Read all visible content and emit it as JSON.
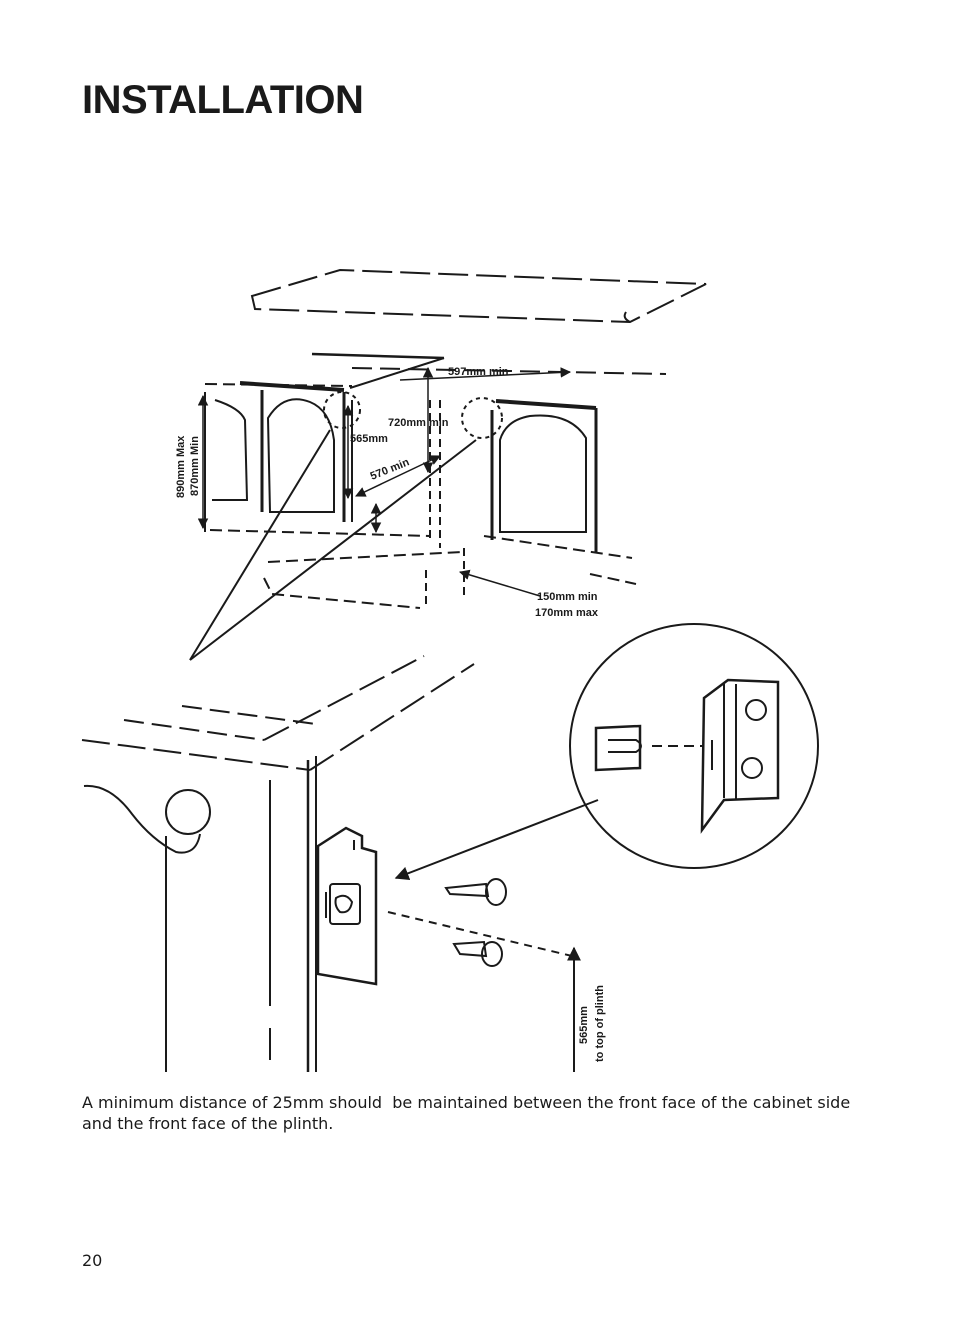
{
  "header": {
    "title": "INSTALLATION"
  },
  "figure": {
    "labels": {
      "width_597": "597mm min",
      "height_720": "720mm min",
      "depth_565": "565mm",
      "depth_570": "570 min",
      "height_890": "890mm Max",
      "height_870": "870mm Min",
      "plinth_150": "150mm min",
      "plinth_170": "170mm max",
      "bracket_565": "565mm",
      "bracket_plinth": "to top of plinth"
    }
  },
  "body": {
    "caption": "A minimum distance of 25mm should  be maintained between the front face of the cabinet side and the front face of the plinth."
  },
  "footer": {
    "page_number": "20"
  }
}
